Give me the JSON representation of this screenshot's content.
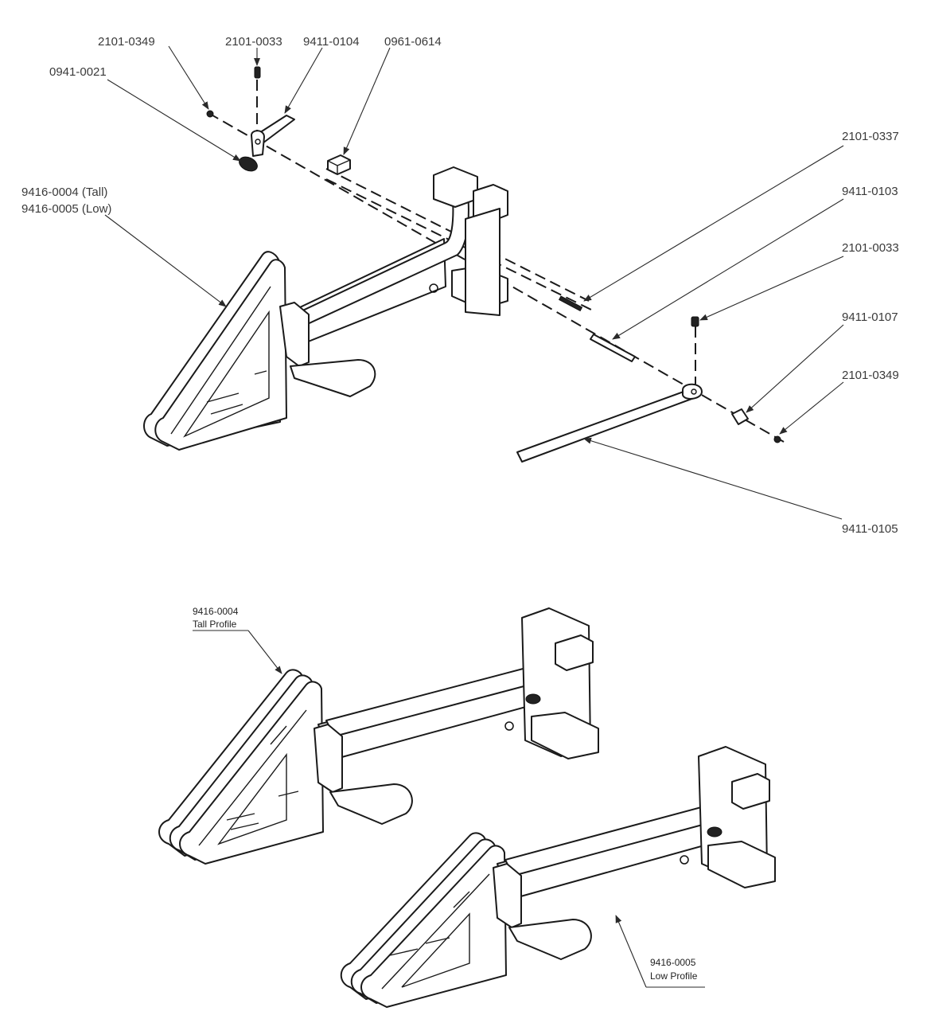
{
  "exploded_view": {
    "callouts": [
      {
        "id": "c1",
        "text": "2101-0349"
      },
      {
        "id": "c2",
        "text": "2101-0033"
      },
      {
        "id": "c3",
        "text": "9411-0104"
      },
      {
        "id": "c4",
        "text": "0961-0614"
      },
      {
        "id": "c5",
        "text": "0941-0021"
      },
      {
        "id": "c6",
        "text": "9416-0004 (Tall)"
      },
      {
        "id": "c7",
        "text": "9416-0005 (Low)"
      },
      {
        "id": "c8",
        "text": "2101-0337"
      },
      {
        "id": "c9",
        "text": "9411-0103"
      },
      {
        "id": "c10",
        "text": "2101-0033"
      },
      {
        "id": "c11",
        "text": "9411-0107"
      },
      {
        "id": "c12",
        "text": "2101-0349"
      },
      {
        "id": "c13",
        "text": "9411-0105"
      }
    ]
  },
  "profiles": {
    "tall": {
      "part_number": "9416-0004",
      "name": "Tall Profile"
    },
    "low": {
      "part_number": "9416-0005",
      "name": "Low Profile"
    }
  }
}
